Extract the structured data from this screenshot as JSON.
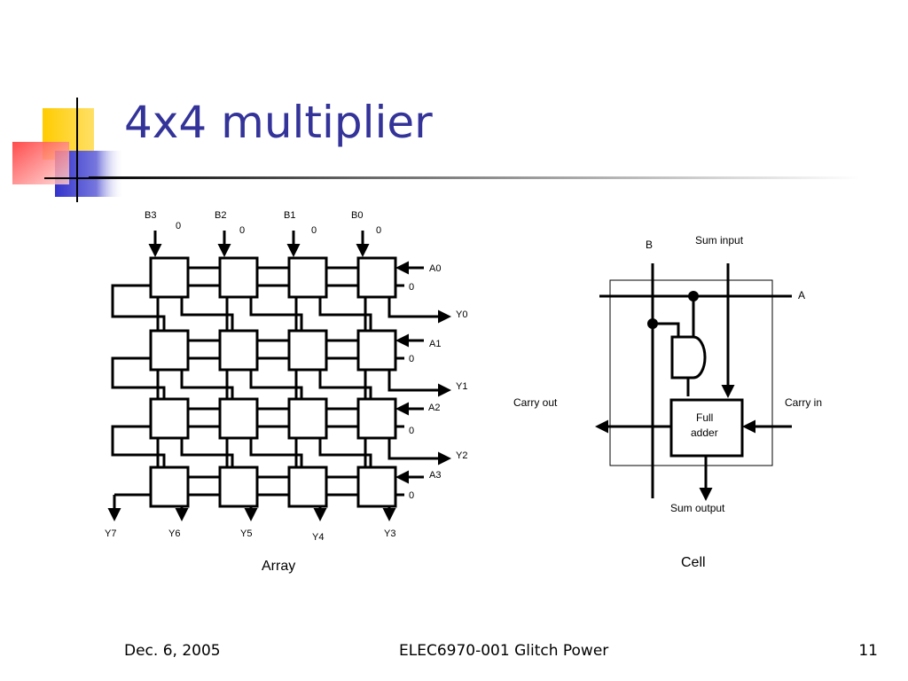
{
  "slide": {
    "title": "4x4 multiplier",
    "footer": {
      "date": "Dec. 6, 2005",
      "center": "ELEC6970-001 Glitch Power",
      "page": "11"
    }
  },
  "colors": {
    "title": "#333399",
    "yellow": "#FFCC00",
    "red": "#FF4040",
    "blue": "#3333CC",
    "line": "#000000"
  },
  "array": {
    "caption": "Array",
    "b_inputs": [
      "B3",
      "B2",
      "B1",
      "B0"
    ],
    "zero_inputs": [
      "0",
      "0",
      "0",
      "0"
    ],
    "a_inputs": [
      "A0",
      "A1",
      "A2",
      "A3"
    ],
    "row_zeros": [
      "0",
      "0",
      "0",
      "0"
    ],
    "right_outputs": [
      "Y0",
      "Y1",
      "Y2"
    ],
    "bottom_outputs": [
      "Y7",
      "Y6",
      "Y5",
      "Y4",
      "Y3"
    ]
  },
  "cell": {
    "caption": "Cell",
    "b_label": "B",
    "sum_input": "Sum input",
    "a_label": "A",
    "carry_out": "Carry out",
    "carry_in": "Carry in",
    "adder_line1": "Full",
    "adder_line2": "adder",
    "sum_output": "Sum output"
  }
}
